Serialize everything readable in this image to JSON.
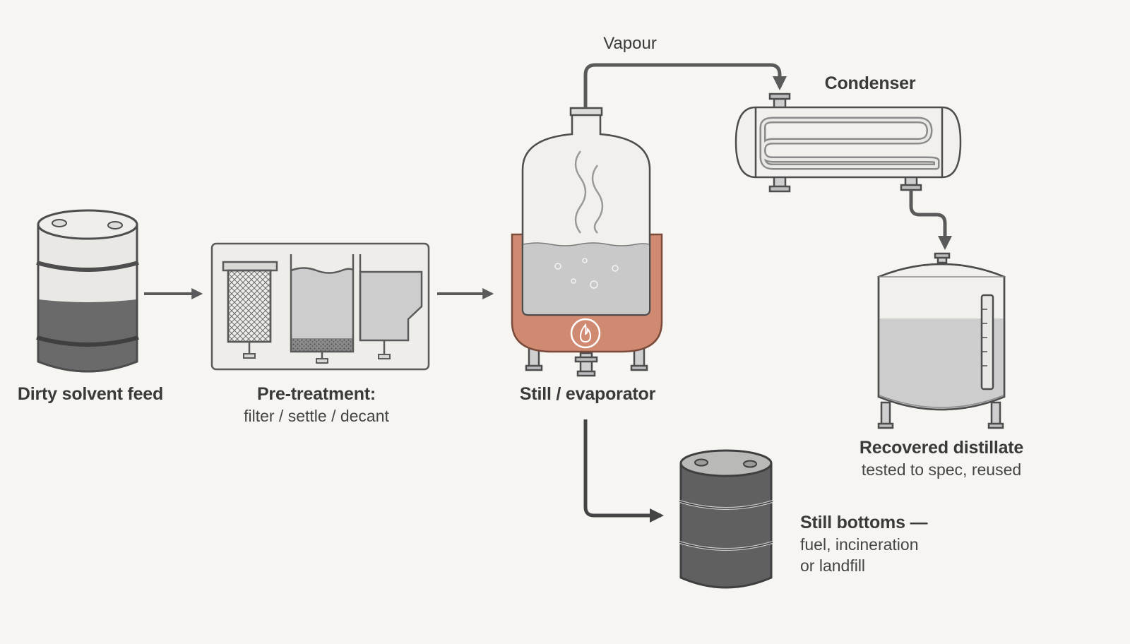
{
  "labels": {
    "feed": {
      "title": "Dirty solvent feed"
    },
    "pretreatment": {
      "title": "Pre-treatment:",
      "subtitle": "filter / settle / decant"
    },
    "still": {
      "title": "Still / evaporator"
    },
    "vapour": {
      "text": "Vapour"
    },
    "condenser": {
      "title": "Condenser"
    },
    "distillate": {
      "title": "Recovered distillate",
      "subtitle": "tested to spec, reused"
    },
    "bottoms": {
      "title": "Still bottoms —",
      "line2": "fuel, incineration",
      "line3": "or landfill"
    }
  },
  "colors": {
    "background": "#f6f5f1",
    "line": "#4d4d4d",
    "liquid": "#cfcfcf",
    "dark_drum": "#606060",
    "heating_jacket": "#d08a72",
    "pipe": "#5a5a5a"
  },
  "icons": {
    "heater": "flame-icon"
  }
}
